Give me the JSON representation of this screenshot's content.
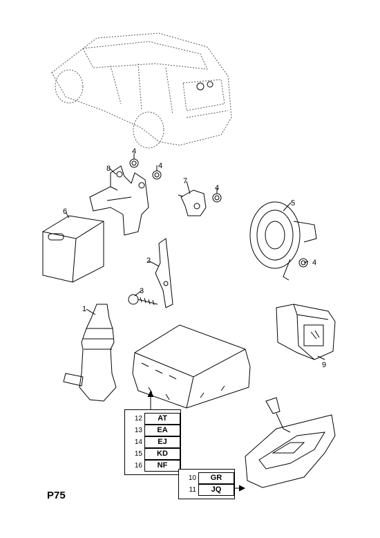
{
  "page_code": "P75",
  "callouts": {
    "c1": "1",
    "c2": "2",
    "c3": "3",
    "c4a": "4",
    "c4b": "4",
    "c4c": "4",
    "c4d": "4",
    "c5": "5",
    "c6": "6",
    "c7": "7",
    "c8": "8",
    "c9": "9"
  },
  "table_left": {
    "rows": [
      {
        "num": "12",
        "code": "AT"
      },
      {
        "num": "13",
        "code": "EA"
      },
      {
        "num": "14",
        "code": "EJ"
      },
      {
        "num": "15",
        "code": "KD"
      },
      {
        "num": "16",
        "code": "NF"
      }
    ]
  },
  "table_right": {
    "rows": [
      {
        "num": "10",
        "code": "GR"
      },
      {
        "num": "11",
        "code": "JQ"
      }
    ]
  }
}
